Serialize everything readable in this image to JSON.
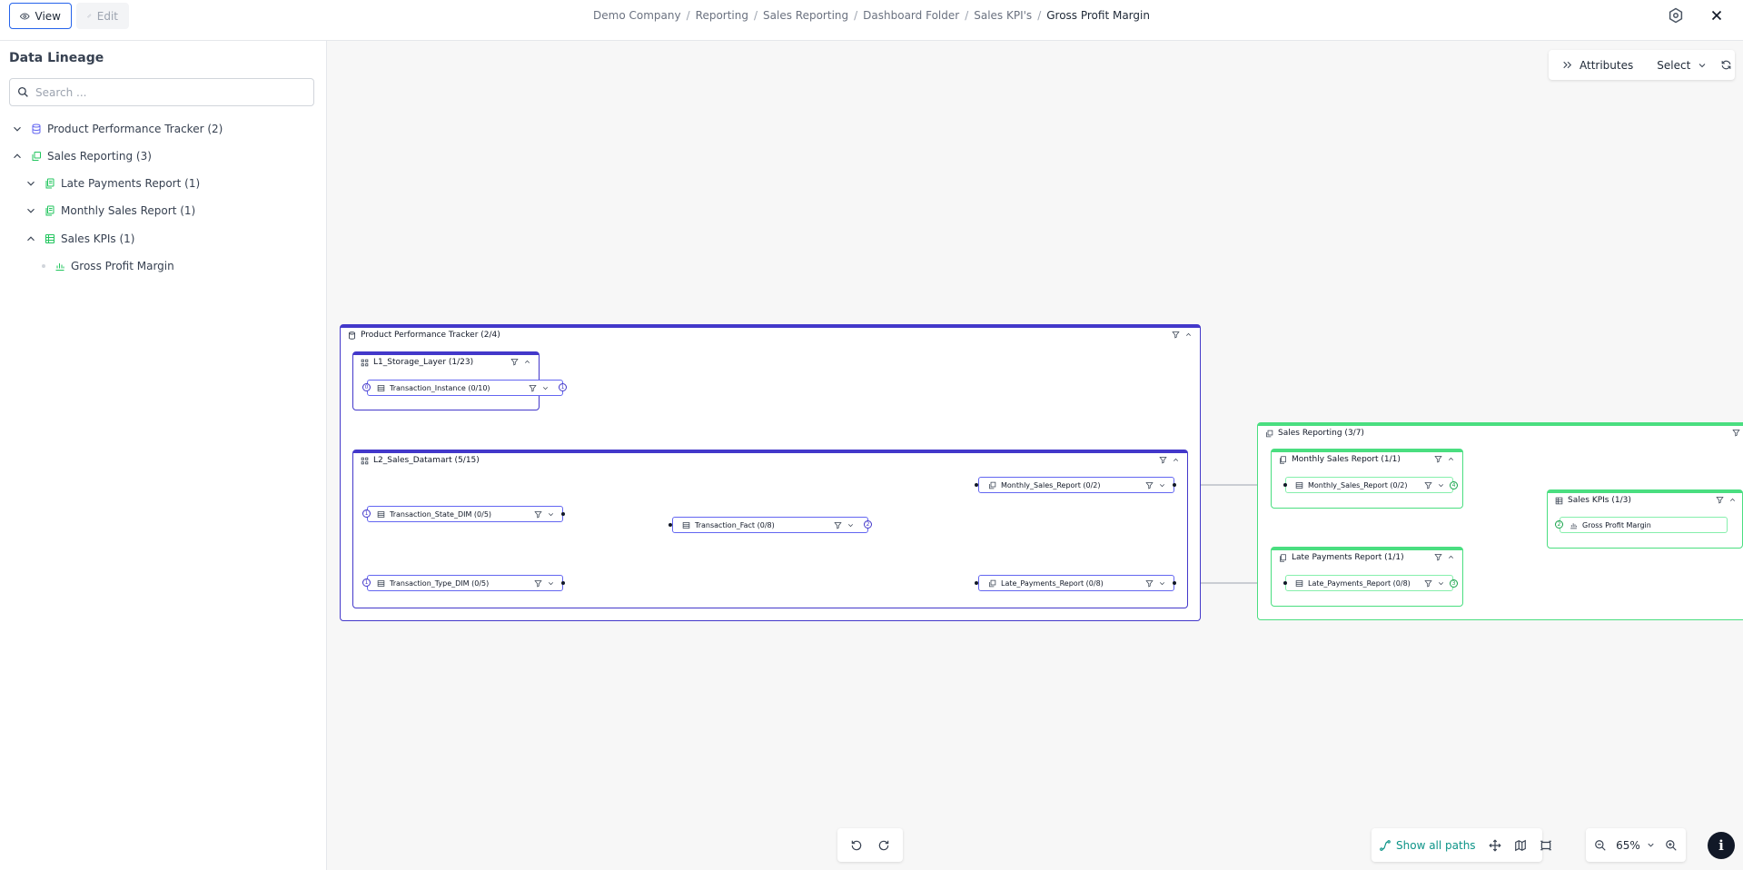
{
  "topbar": {
    "view_label": "View",
    "edit_label": "Edit",
    "breadcrumb": [
      "Demo Company",
      "Reporting",
      "Sales Reporting",
      "Dashboard Folder",
      "Sales KPI's",
      "Gross Profit Margin"
    ]
  },
  "sidebar": {
    "title": "Data Lineage",
    "search_placeholder": "Search ...",
    "items": [
      {
        "label": "Product Performance Tracker (2)",
        "icon": "database-icon",
        "expanded": false
      },
      {
        "label": "Sales Reporting (3)",
        "icon": "report-stack-icon",
        "expanded": true
      },
      {
        "label": "Late Payments Report (1)",
        "icon": "report-icon",
        "expanded": false
      },
      {
        "label": "Monthly Sales Report (1)",
        "icon": "report-icon",
        "expanded": false
      },
      {
        "label": "Sales KPIs (1)",
        "icon": "grid-icon",
        "expanded": true
      },
      {
        "label": "Gross Profit Margin",
        "icon": "bar-chart-icon"
      }
    ]
  },
  "graph": {
    "ppt": {
      "title": "Product Performance Tracker (2/4)",
      "l1": {
        "title": "L1_Storage_Layer (1/23)",
        "transaction_instance": {
          "label": "Transaction_Instance (0/10)",
          "in_port": "0",
          "out_port": "1"
        }
      },
      "l2": {
        "title": "L2_Sales_Datamart (5/15)",
        "state_dim": {
          "label": "Transaction_State_DIM (0/5)",
          "in_port": "1"
        },
        "type_dim": {
          "label": "Transaction_Type_DIM (0/5)",
          "in_port": "1"
        },
        "fact": {
          "label": "Transaction_Fact (0/8)",
          "out_port": "2"
        },
        "monthly": {
          "label": "Monthly_Sales_Report (0/2)"
        },
        "late": {
          "label": "Late_Payments_Report (0/8)"
        }
      }
    },
    "sr": {
      "title": "Sales Reporting (3/7)",
      "monthly_group": {
        "title": "Monthly Sales Report (1/1)",
        "item": {
          "label": "Monthly_Sales_Report (0/2)",
          "out_port": "4"
        }
      },
      "late_group": {
        "title": "Late Payments Report (1/1)",
        "item": {
          "label": "Late_Payments_Report (0/8)",
          "out_port": "3"
        }
      },
      "kpi_group": {
        "title": "Sales KPIs (1/3)",
        "item": {
          "label": "Gross Profit Margin",
          "in_port": "2"
        }
      }
    }
  },
  "toolbar": {
    "attributes_label": "Attributes",
    "select_label": "Select",
    "show_paths_label": "Show all paths",
    "zoom_level": "65%",
    "info_label": "i"
  },
  "colors": {
    "accent": "#2563eb",
    "ppt_border": "#4338ca",
    "sales_border": "#4ade80",
    "paths_text": "#0d9488"
  }
}
